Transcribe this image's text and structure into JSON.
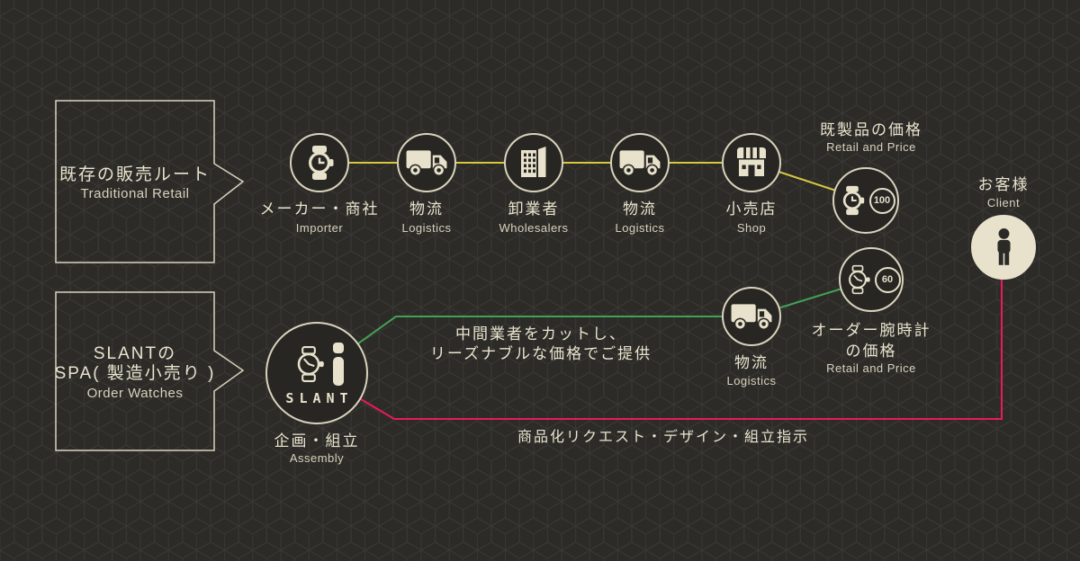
{
  "colors": {
    "background": "#2c2b28",
    "cream": "#e6e0c9",
    "route_traditional": "#d9c83e",
    "route_spa": "#43a155",
    "route_request": "#ea1a5c"
  },
  "boxes": {
    "traditional": {
      "title_jp": "既存の販売ルート",
      "title_en": "Traditional Retail"
    },
    "spa": {
      "line1": "SLANTの",
      "line2": "SPA( 製造小売り )",
      "line3": "Order Watches"
    }
  },
  "traditional_route": {
    "nodes": [
      {
        "label_jp": "メーカー・商社",
        "label_en": "Importer",
        "icon": "watch-icon"
      },
      {
        "label_jp": "物流",
        "label_en": "Logistics",
        "icon": "truck-icon"
      },
      {
        "label_jp": "卸業者",
        "label_en": "Wholesalers",
        "icon": "building-icon"
      },
      {
        "label_jp": "物流",
        "label_en": "Logistics",
        "icon": "truck-icon"
      },
      {
        "label_jp": "小売店",
        "label_en": "Shop",
        "icon": "shop-icon"
      }
    ],
    "price": {
      "label_jp": "既製品の価格",
      "label_en": "Retail and Price",
      "value": "100"
    }
  },
  "spa_route": {
    "assembly": {
      "logo": "SLANT",
      "label_jp": "企画・組立",
      "label_en": "Assembly"
    },
    "logistics": {
      "label_jp": "物流",
      "label_en": "Logistics"
    },
    "price": {
      "label_jp_1": "オーダー腕時計",
      "label_jp_2": "の価格",
      "label_en": "Retail and Price",
      "value": "60"
    },
    "note_line1": "中間業者をカットし、",
    "note_line2": "リーズナブルな価格でご提供",
    "request_note": "商品化リクエスト・デザイン・組立指示"
  },
  "client": {
    "label_jp": "お客様",
    "label_en": "Client"
  }
}
